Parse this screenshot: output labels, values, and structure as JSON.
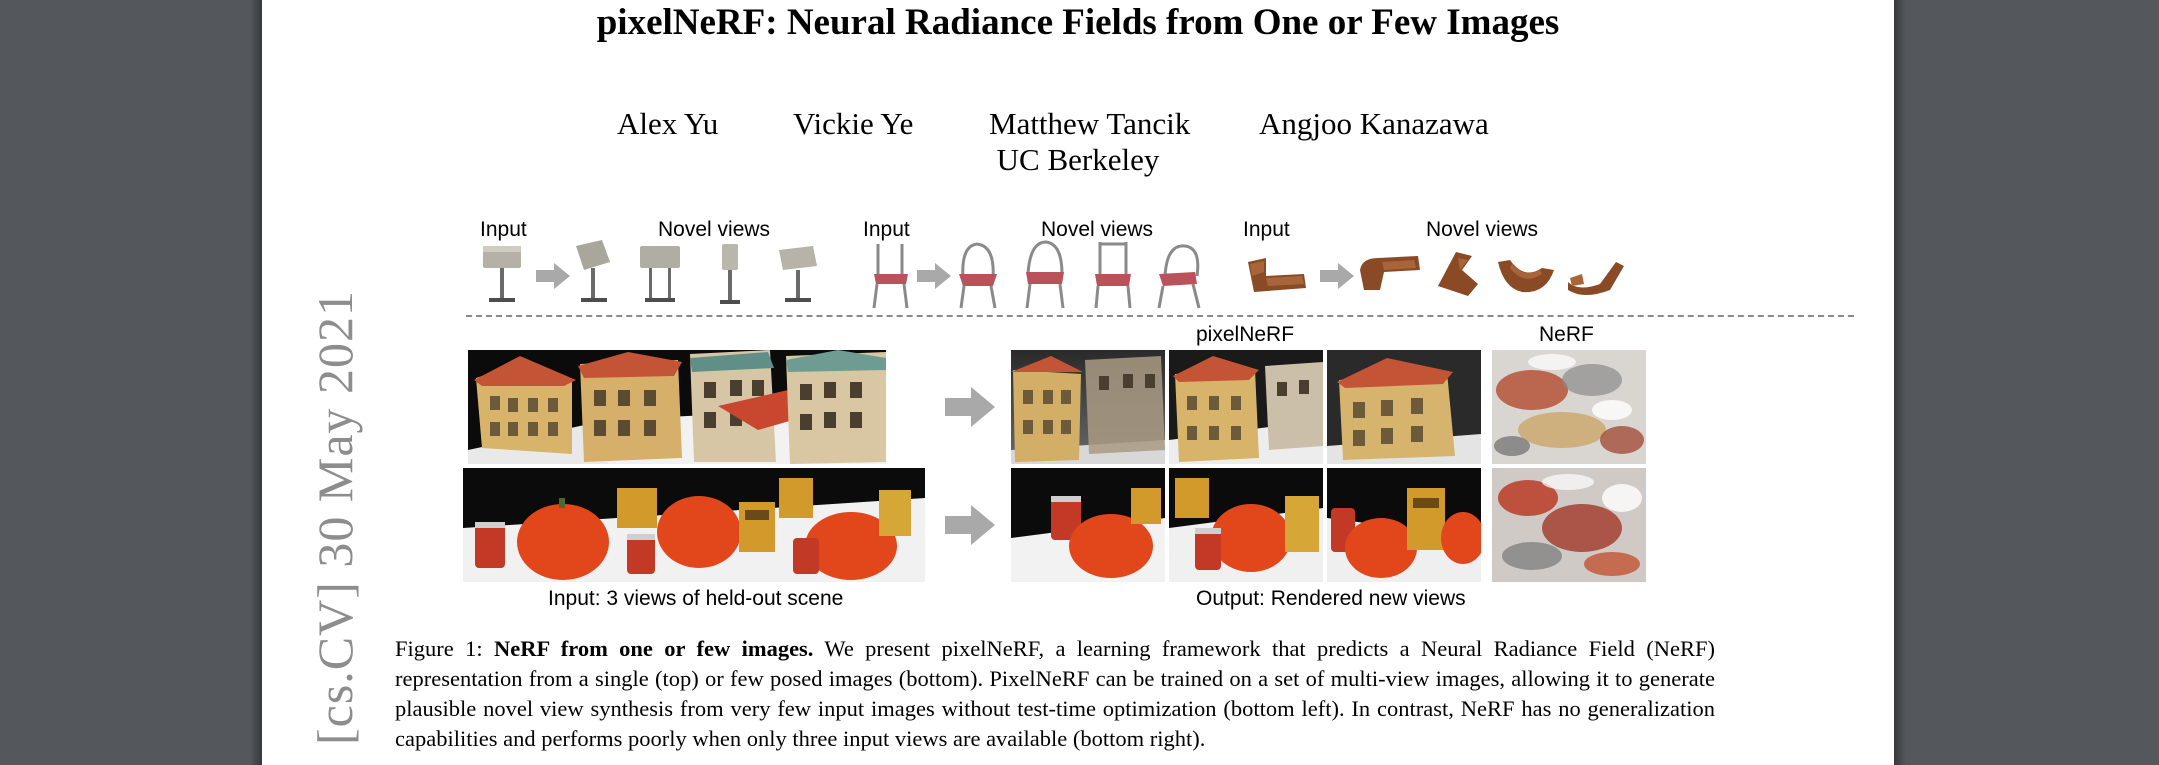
{
  "paper": {
    "title": "pixelNeRF: Neural Radiance Fields from One or Few Images",
    "authors": [
      "Alex Yu",
      "Vickie Ye",
      "Matthew Tancik",
      "Angjoo Kanazawa"
    ],
    "affiliation": "UC Berkeley",
    "arxiv_stamp": "[cs.CV]  30 May 2021"
  },
  "figure": {
    "top_labels": {
      "input": "Input",
      "novel_views": "Novel views"
    },
    "method_labels": {
      "pixelnerf": "pixelNeRF",
      "nerf": "NeRF"
    },
    "bottom_labels": {
      "input_views": "Input: 3 views of held-out scene",
      "output_views": "Output: Rendered new views"
    },
    "caption": {
      "prefix": "Figure 1: ",
      "bold": "NeRF from one or few images.",
      "body": " We present pixelNeRF, a learning framework that predicts a Neural Radiance Field (NeRF) representation from a single (top) or few posed images (bottom). PixelNeRF can be trained on a set of multi-view images, allowing it to generate plausible novel view synthesis from very few input images without test-time optimization (bottom left). In contrast, NeRF has no generalization capabilities and performs poorly when only three input views are available (bottom right)."
    }
  },
  "colors": {
    "viewer_bg": "#54575b",
    "stamp_gray": "#8d8d8d",
    "arrow_gray": "#a9a9a9",
    "chair_red": "#b9525a",
    "sofa_brown": "#8a4a26",
    "pumpkin_orange": "#e2461b"
  }
}
